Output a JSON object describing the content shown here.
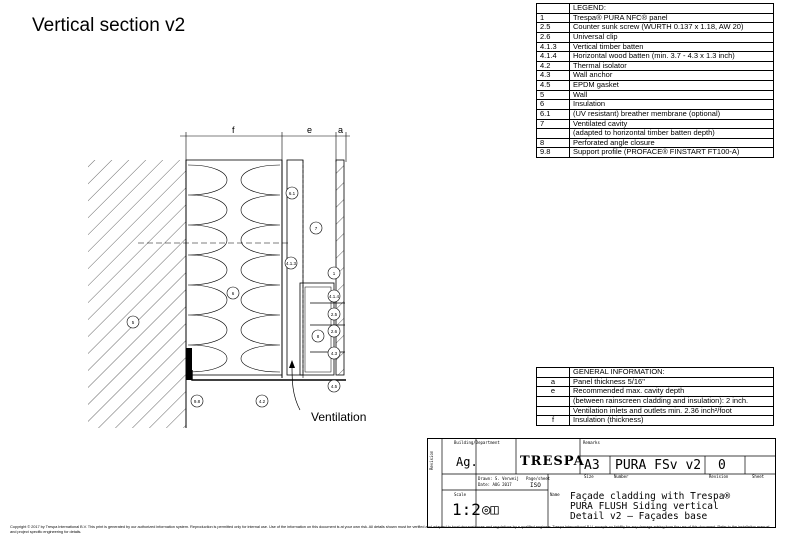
{
  "title": "Vertical section v2",
  "legend": {
    "header": "LEGEND:",
    "rows": [
      [
        "1",
        "Trespa® PURA NFC® panel"
      ],
      [
        "2.5",
        "Counter sunk screw (WÜRTH 0.137 x 1.18, AW 20)"
      ],
      [
        "2.6",
        "Universal clip"
      ],
      [
        "4.1.3",
        "Vertical timber batten"
      ],
      [
        "4.1.4",
        "Horizontal wood batten (min. 3.7 - 4.3 x 1.3 inch)"
      ],
      [
        "4.2",
        "Thermal isolator"
      ],
      [
        "4.3",
        "Wall anchor"
      ],
      [
        "4.5",
        "EPDM gasket"
      ],
      [
        "5",
        "Wall"
      ],
      [
        "6",
        "Insulation"
      ],
      [
        "6.1",
        "(UV resistant) breather membrane (optional)"
      ],
      [
        "7",
        "Ventilated cavity"
      ],
      [
        "",
        "(adapted to horizontal timber batten depth)"
      ],
      [
        "8",
        "Perforated angle closure"
      ],
      [
        "9.8",
        "Support profile (PROFACE® FINSTART FT100-A)"
      ]
    ]
  },
  "general": {
    "header": "GENERAL INFORMATION:",
    "rows": [
      [
        "a",
        "Panel thickness 5/16\""
      ],
      [
        "e",
        "Recommended max. cavity depth"
      ],
      [
        "",
        "(between rainscreen cladding and insulation): 2 inch."
      ],
      [
        "",
        "Ventilation inlets and outlets min. 2.36 inch²/foot"
      ],
      [
        "f",
        "Insulation (thickness)"
      ]
    ]
  },
  "drawing": {
    "dim_f": "f",
    "dim_e": "e",
    "dim_a": "a",
    "ventilation": "Ventilation",
    "callouts": [
      "6.1",
      "7",
      "4.1.3",
      "1",
      "6",
      "5",
      "2.5",
      "2.6",
      "4.3",
      "4.5",
      "9.8",
      "4.2",
      "8",
      "4.1.4"
    ]
  },
  "titleblock": {
    "building_label": "Building/Department",
    "building": "Ag.",
    "remarks_label": "Remarks",
    "logo": "TRESPA",
    "size": "A3",
    "size_label": "Size",
    "number": "PURA FSv v2",
    "number_label": "Number",
    "revision": "0",
    "revision_label": "Revision",
    "sheet_label": "Sheet",
    "drawn_label": "Drawn: S. Verweij",
    "date_label": "Date: AUG 2017",
    "pages_label": "Page/sheet",
    "iso": "ISO",
    "scale_label": "Scale",
    "scale": "1:2",
    "name_label": "Name",
    "name": [
      "Façade cladding with Trespa®",
      "PURA FLUSH Siding vertical",
      "Detail v2 – Façades base"
    ],
    "revision_side": "Revision"
  },
  "copyright": "Copyright © 2017 by Trespa International B.V. This print is generated by our authorized information system. Reproduction is permitted only for internal use. Use of the information on this document is at your own risk. All details shown must be verified and adapted to local circumstances and regulations by a qualified engineer. Trespa International B.V. accepts no liability for any damage arising from the use of this document. Refer to the installation manual and project specific engineering for details."
}
